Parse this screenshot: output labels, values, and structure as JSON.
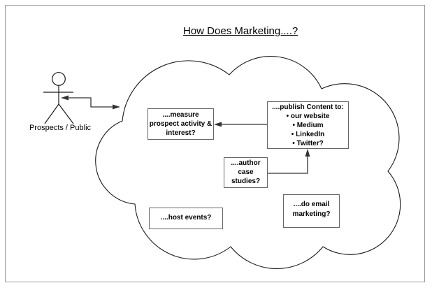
{
  "page": {
    "title": "How Does Marketing....?"
  },
  "actor": {
    "label": "Prospects / Public"
  },
  "cloud": {
    "boxes": [
      {
        "id": "measure-prospect-activity",
        "text": "....measure\nprospect activity &\ninterest?"
      },
      {
        "id": "publish-content",
        "text": "....publish Content to:\n•  our website\n•  Medium\n•  LinkedIn\n•  Twitter?"
      },
      {
        "id": "author-case-studies",
        "text": "....author\ncase\nstudies?"
      },
      {
        "id": "host-events",
        "text": "....host events?"
      },
      {
        "id": "do-email-marketing",
        "text": "....do email\nmarketing?"
      }
    ]
  },
  "colors": {
    "line": "#1a1a1a",
    "box_border": "#666666",
    "page_border": "#999999",
    "text": "#000000",
    "background": "#ffffff"
  }
}
